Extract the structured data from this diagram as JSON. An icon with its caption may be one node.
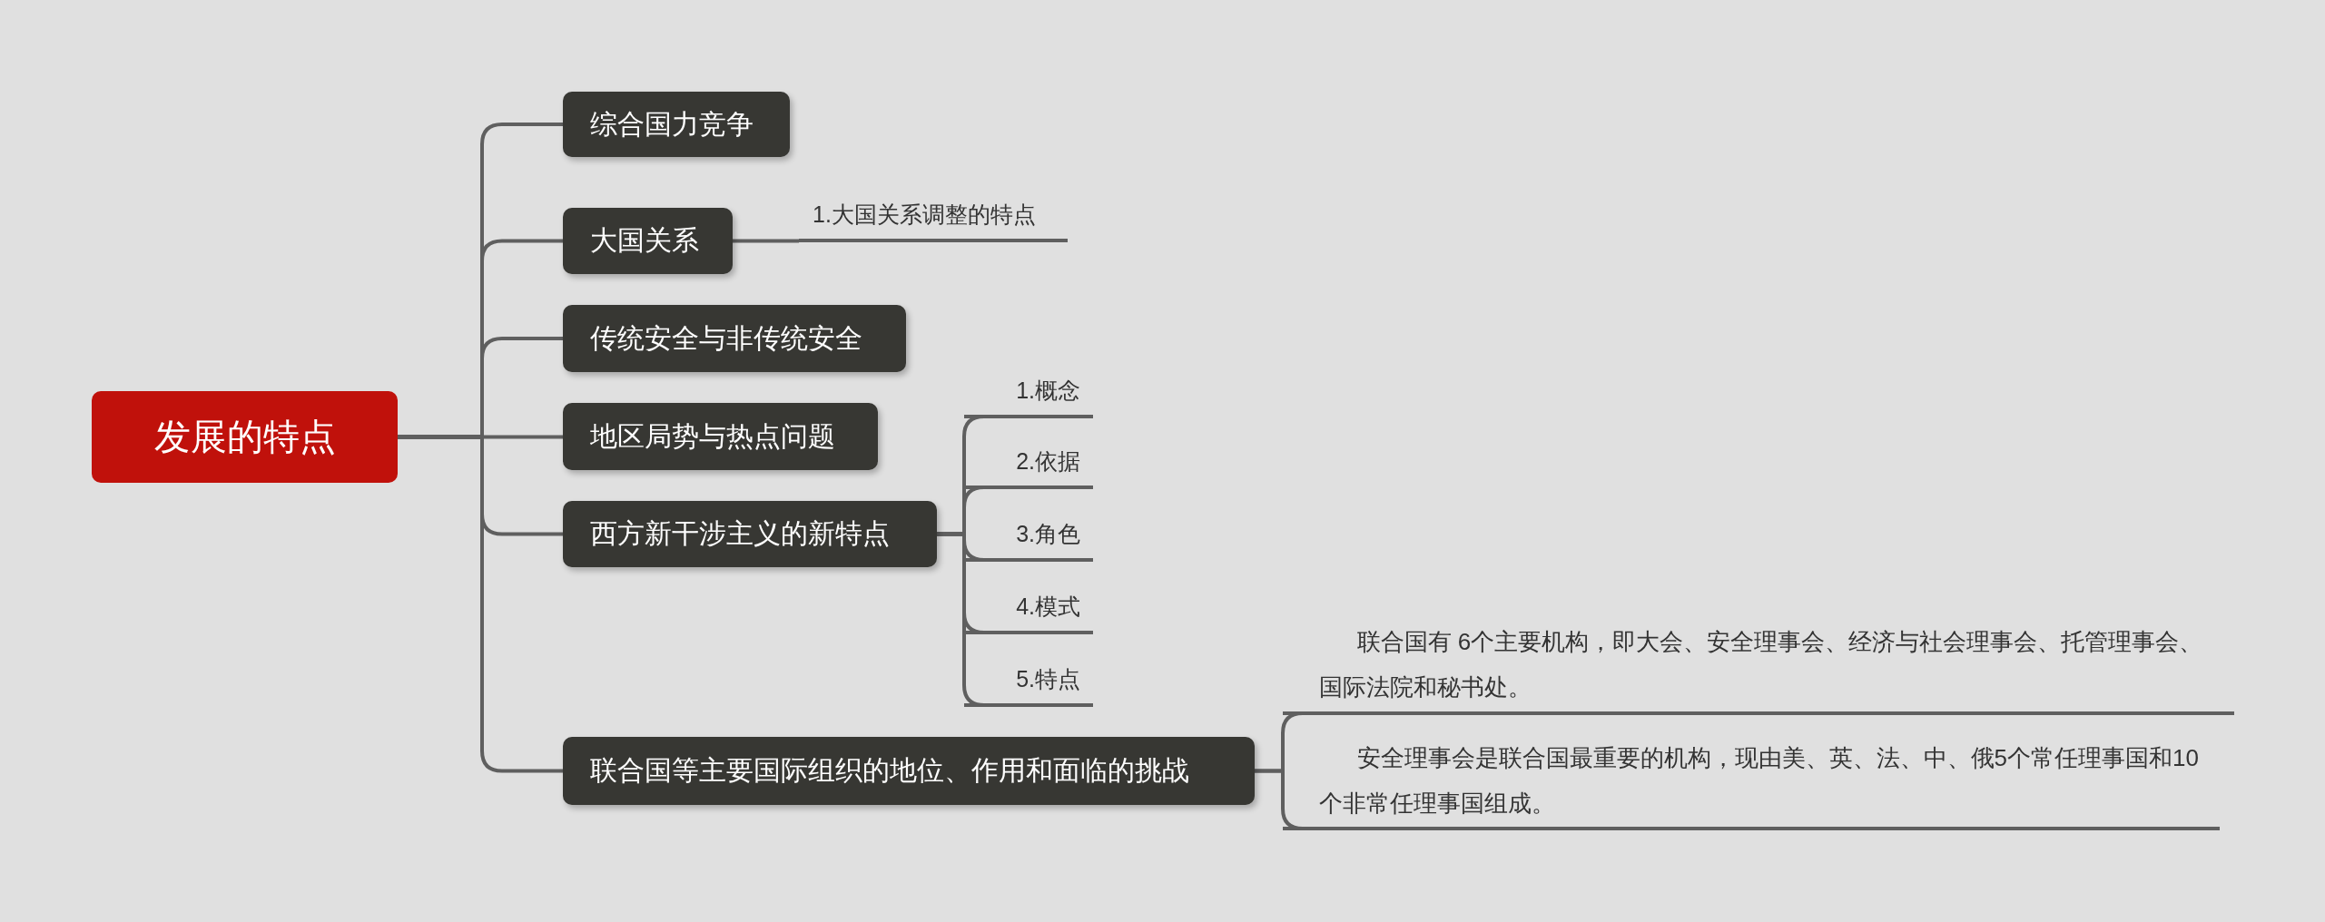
{
  "diagram": {
    "nodes": [
      {
        "text": [
          "发展的特点"
        ]
      },
      {
        "text": [
          "综合国力竞争"
        ]
      },
      {
        "text": [
          "大国关系"
        ]
      },
      {
        "text": [
          "传统安全与非传统安全"
        ]
      },
      {
        "text": [
          "地区局势与热点问题"
        ]
      },
      {
        "text": [
          "西方新干涉主义的新特点"
        ]
      },
      {
        "text": [
          "联合国等主要国际组织的地位、作用和面临的挑战"
        ]
      },
      {
        "text": [
          "1.大国关系调整的特点"
        ]
      },
      {
        "text": [
          "1.概念"
        ]
      },
      {
        "text": [
          "2.依据"
        ]
      },
      {
        "text": [
          "3.角色"
        ]
      },
      {
        "text": [
          "4.模式"
        ]
      },
      {
        "text": [
          "5.特点"
        ]
      },
      {
        "text": [
          "联合国有 6个主要机构，即大会、安全理事会、经济与社会理事会、托管理事会、国际法院和秘书处。"
        ]
      },
      {
        "text": [
          "安全理事会是联合国最重要的机构，现由美、英、法、中、俄5个常任理事国和10个非常任理事国组成。"
        ]
      }
    ],
    "edges": [
      {
        "from": 0,
        "to": 1,
        "arrow": "none"
      },
      {
        "from": 0,
        "to": 2,
        "arrow": "none"
      },
      {
        "from": 0,
        "to": 3,
        "arrow": "none"
      },
      {
        "from": 0,
        "to": 4,
        "arrow": "none"
      },
      {
        "from": 0,
        "to": 5,
        "arrow": "none"
      },
      {
        "from": 0,
        "to": 6,
        "arrow": "none"
      },
      {
        "from": 2,
        "to": 7,
        "arrow": "none"
      },
      {
        "from": 5,
        "to": 8,
        "arrow": "none"
      },
      {
        "from": 5,
        "to": 9,
        "arrow": "none"
      },
      {
        "from": 5,
        "to": 10,
        "arrow": "none"
      },
      {
        "from": 5,
        "to": 11,
        "arrow": "none"
      },
      {
        "from": 5,
        "to": 12,
        "arrow": "none"
      },
      {
        "from": 6,
        "to": 13,
        "arrow": "none"
      },
      {
        "from": 6,
        "to": 14,
        "arrow": "none"
      }
    ]
  }
}
